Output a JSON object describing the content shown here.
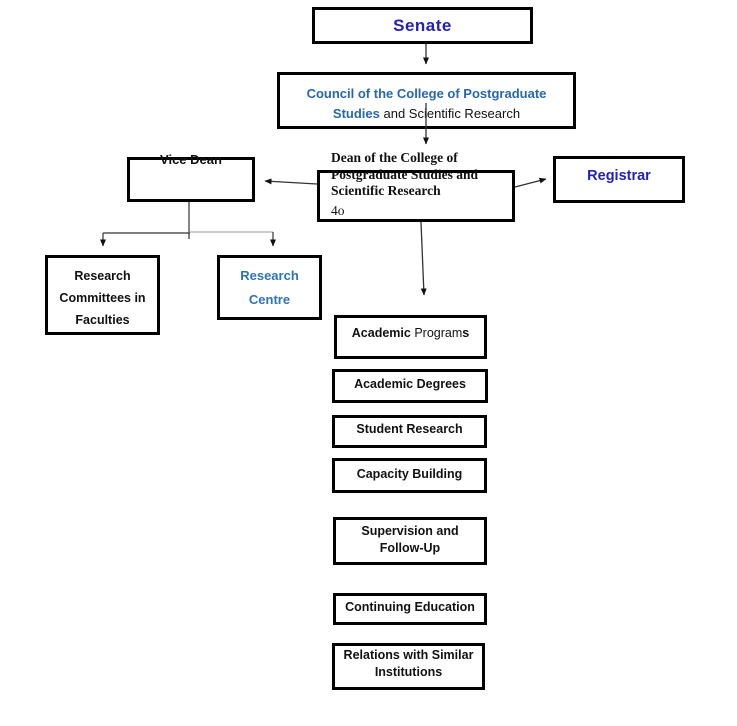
{
  "colors": {
    "royal_blue": "#2222b8",
    "council_blue": "#2767ae",
    "steel_blue": "#2e74b5",
    "text_black": "#111111",
    "box_border": "#000000"
  },
  "nodes": {
    "senate": {
      "label": "Senate"
    },
    "council": {
      "line1": "Council of the College of Postgraduate",
      "line2_bold_blue": "Studies",
      "line2_regular": " and Scientific Research"
    },
    "vice_dean": {
      "label": "Vice Dean"
    },
    "dean": {
      "line1": "Dean of the College of",
      "line2": "Postgraduate Studies and",
      "line3": "Scientific Research",
      "note": "4o"
    },
    "registrar": {
      "label": "Registrar"
    },
    "research_committees": {
      "line1": "Research",
      "line2": "Committees in",
      "line3": "Faculties"
    },
    "research_centre": {
      "line1": "Research",
      "line2": "Centre"
    },
    "departments": [
      {
        "bold_prefix": "Academic ",
        "regular_mid": "Program",
        "bold_suffix": "s"
      },
      {
        "label": "Academic Degrees"
      },
      {
        "label": "Student Research"
      },
      {
        "label": "Capacity Building"
      },
      {
        "line1": "Supervision and",
        "line2": "Follow-Up"
      },
      {
        "label": "Continuing Education"
      },
      {
        "line1": "Relations with Similar",
        "line2": "Institutions"
      }
    ]
  }
}
